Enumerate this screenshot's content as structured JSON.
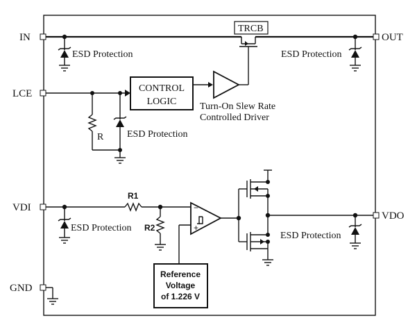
{
  "pins": {
    "in": "IN",
    "out": "OUT",
    "lce": "LCE",
    "vdi": "VDI",
    "vdo": "VDO",
    "gnd": "GND"
  },
  "labels": {
    "trcb": "TRCB",
    "control_logic_line1": "CONTROL",
    "control_logic_line2": "LOGIC",
    "driver_line1": "Turn-On Slew Rate",
    "driver_line2": "Controlled Driver",
    "esd": "ESD Protection",
    "resistor_r": "R",
    "resistor_r1": "R1",
    "resistor_r2": "R2",
    "ref_line1": "Reference",
    "ref_line2": "Voltage",
    "ref_line3": "of 1.226 V"
  }
}
